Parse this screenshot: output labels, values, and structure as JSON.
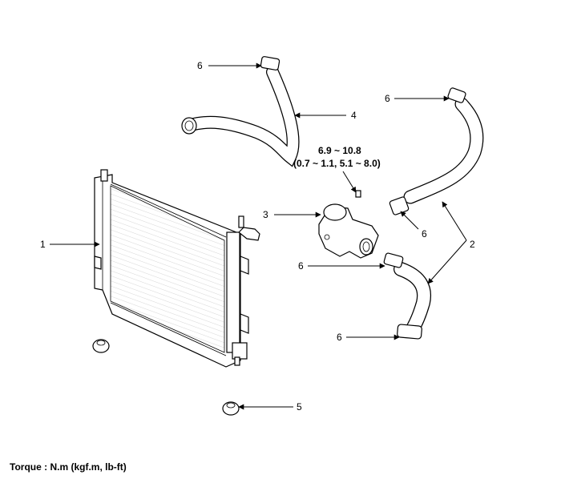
{
  "callouts": {
    "c1": "1",
    "c2": "2",
    "c3": "3",
    "c4": "4",
    "c5": "5",
    "c6a": "6",
    "c6b": "6",
    "c6c": "6",
    "c6d": "6",
    "c6e": "6"
  },
  "torque_spec": {
    "line1": "6.9 ~ 10.8",
    "line2": "(0.7 ~ 1.1, 5.1 ~ 8.0)"
  },
  "footer": {
    "torque_units": "Torque : N.m (kgf.m, lb-ft)"
  }
}
